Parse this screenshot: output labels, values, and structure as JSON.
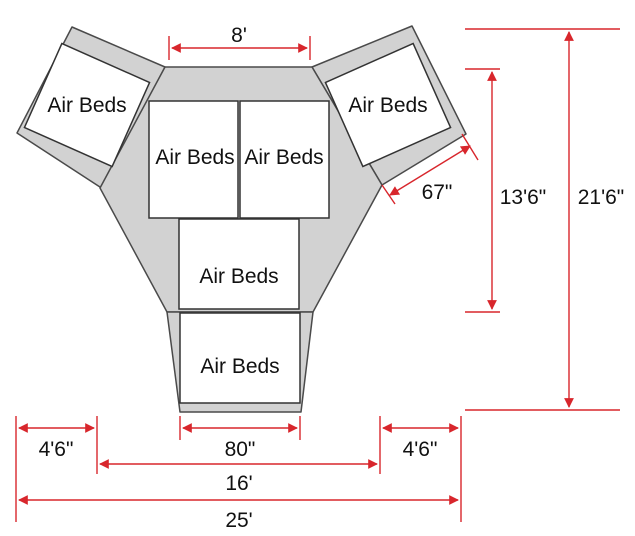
{
  "colors": {
    "floor": "#d2d2d2",
    "outline": "#4a4a4a",
    "bed_fill": "#ffffff",
    "dimension": "#d8262c",
    "text": "#111111"
  },
  "beds": [
    {
      "id": "left-wing",
      "label": "Air Beds"
    },
    {
      "id": "center-left",
      "label": "Air Beds"
    },
    {
      "id": "center-right",
      "label": "Air Beds"
    },
    {
      "id": "right-wing",
      "label": "Air Beds"
    },
    {
      "id": "middle",
      "label": "Air Beds"
    },
    {
      "id": "bottom",
      "label": "Air Beds"
    }
  ],
  "dimensions": {
    "top_width": "8'",
    "right_wing_width": "67\"",
    "right_height_inner": "13'6\"",
    "right_height_total": "21'6\"",
    "bottom_left_offset": "4'6\"",
    "bottom_right_offset": "4'6\"",
    "bottom_section_width": "80\"",
    "middle_span": "16'",
    "total_width": "25'"
  }
}
